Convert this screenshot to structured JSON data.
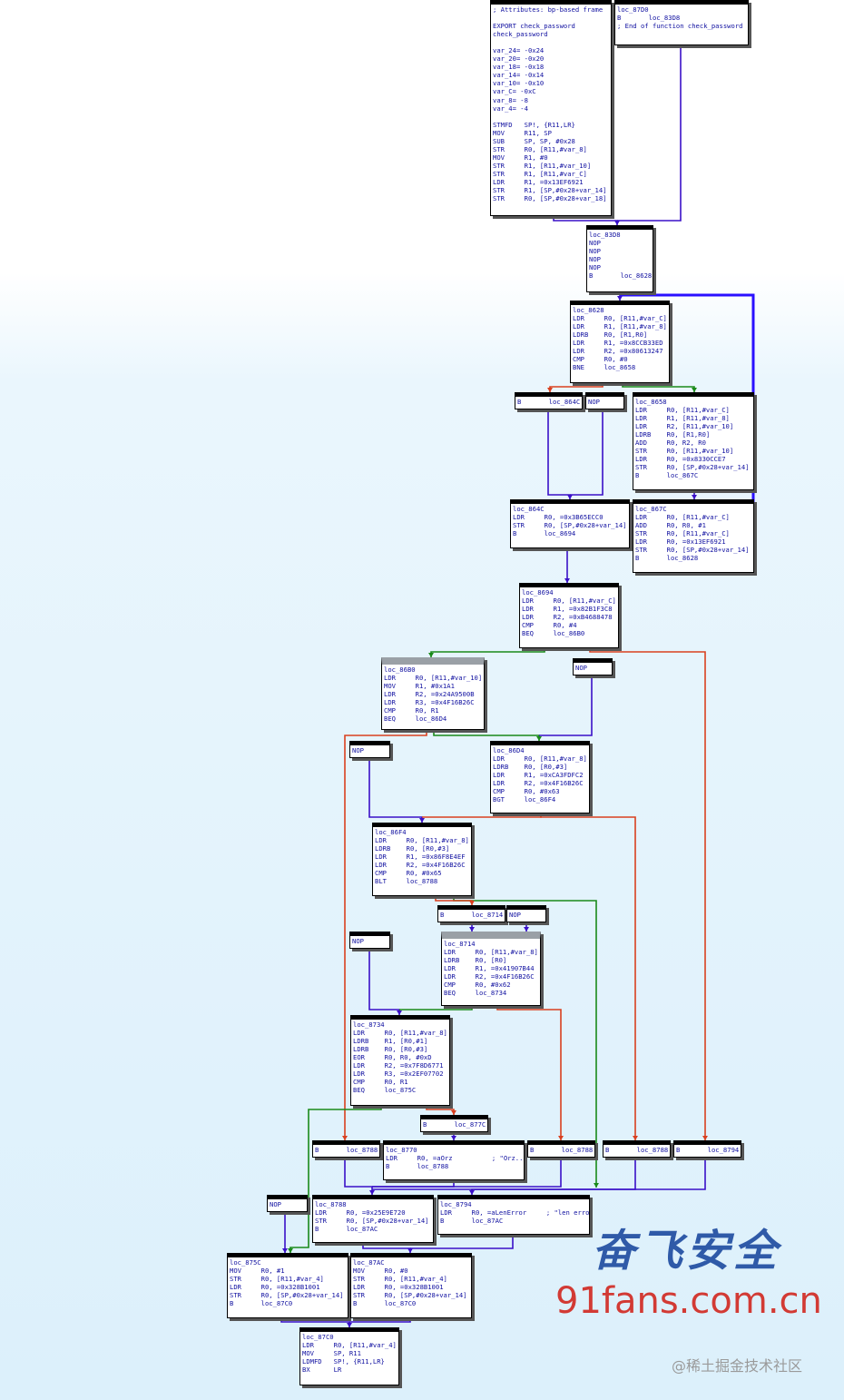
{
  "nodes": [
    {
      "id": "check_password",
      "lines": [
        "; Attributes: bp-based frame",
        "",
        "EXPORT check_password",
        "check_password",
        "",
        "var_24= -0x24",
        "var_20= -0x20",
        "var_18= -0x18",
        "var_14= -0x14",
        "var_10= -0x10",
        "var_C= -0xC",
        "var_8= -8",
        "var_4= -4",
        "",
        "STMFD   SP!, {R11,LR}",
        "MOV     R11, SP",
        "SUB     SP, SP, #0x28",
        "STR     R0, [R11,#var_8]",
        "MOV     R1, #0",
        "STR     R1, [R11,#var_10]",
        "STR     R1, [R11,#var_C]",
        "LDR     R1, =0x13EF6921",
        "STR     R1, [SP,#0x28+var_14]",
        "STR     R0, [SP,#0x28+var_18]"
      ]
    },
    {
      "id": "loc_87D0",
      "lines": [
        "loc_87D0",
        "B       loc_83D8",
        "; End of function check_password"
      ]
    },
    {
      "id": "loc_83D8",
      "lines": [
        "loc_83D8",
        "NOP",
        "NOP",
        "NOP",
        "NOP",
        "B       loc_8628"
      ]
    },
    {
      "id": "loc_8628",
      "lines": [
        "loc_8628",
        "LDR     R0, [R11,#var_C]",
        "LDR     R1, [R11,#var_8]",
        "LDRB    R0, [R1,R0]",
        "LDR     R1, =0x8CCB33ED",
        "LDR     R2, =0x80613247",
        "CMP     R0, #0",
        "BNE     loc_8658"
      ]
    },
    {
      "id": "b_864c",
      "lines": [
        "B       loc_864C"
      ]
    },
    {
      "id": "nop_a",
      "lines": [
        "NOP"
      ]
    },
    {
      "id": "loc_8658",
      "lines": [
        "loc_8658",
        "LDR     R0, [R11,#var_C]",
        "LDR     R1, [R11,#var_8]",
        "LDR     R2, [R11,#var_10]",
        "LDRB    R0, [R1,R0]",
        "ADD     R0, R2, R0",
        "STR     R0, [R11,#var_10]",
        "LDR     R0, =0x8330CCE7",
        "STR     R0, [SP,#0x28+var_14]",
        "B       loc_867C"
      ]
    },
    {
      "id": "loc_864C",
      "lines": [
        "loc_864C",
        "LDR     R0, =0x3B65ECC0",
        "STR     R0, [SP,#0x28+var_14]",
        "B       loc_8694"
      ]
    },
    {
      "id": "loc_867C",
      "lines": [
        "loc_867C",
        "LDR     R0, [R11,#var_C]",
        "ADD     R0, R0, #1",
        "STR     R0, [R11,#var_C]",
        "LDR     R0, =0x13EF6921",
        "STR     R0, [SP,#0x28+var_14]",
        "B       loc_8628"
      ]
    },
    {
      "id": "loc_8694",
      "lines": [
        "loc_8694",
        "LDR     R0, [R11,#var_C]",
        "LDR     R1, =0x82B1F3C8",
        "LDR     R2, =0xB4688478",
        "CMP     R0, #4",
        "BEQ     loc_86B0"
      ]
    },
    {
      "id": "loc_86B0",
      "lines": [
        "loc_86B0",
        "LDR     R0, [R11,#var_10]",
        "MOV     R1, #0x1A1",
        "LDR     R2, =0x24A9500B",
        "LDR     R3, =0x4F16B26C",
        "CMP     R0, R1",
        "BEQ     loc_86D4"
      ]
    },
    {
      "id": "nop_b",
      "lines": [
        "NOP"
      ]
    },
    {
      "id": "nop_c",
      "lines": [
        "NOP"
      ]
    },
    {
      "id": "loc_86D4",
      "lines": [
        "loc_86D4",
        "LDR     R0, [R11,#var_8]",
        "LDRB    R0, [R0,#3]",
        "LDR     R1, =0xCA3FDFC2",
        "LDR     R2, =0x4F16B26C",
        "CMP     R0, #0x63",
        "BGT     loc_86F4"
      ]
    },
    {
      "id": "loc_86F4",
      "lines": [
        "loc_86F4",
        "LDR     R0, [R11,#var_8]",
        "LDRB    R0, [R0,#3]",
        "LDR     R1, =0x86F8E4EF",
        "LDR     R2, =0x4F16B26C",
        "CMP     R0, #0x65",
        "BLT     loc_8788"
      ]
    },
    {
      "id": "b_8714",
      "lines": [
        "B       loc_8714"
      ]
    },
    {
      "id": "nop_d",
      "lines": [
        "NOP"
      ]
    },
    {
      "id": "nop_e",
      "lines": [
        "NOP"
      ]
    },
    {
      "id": "loc_8714",
      "lines": [
        "loc_8714",
        "LDR     R0, [R11,#var_8]",
        "LDRB    R0, [R0]",
        "LDR     R1, =0x41907B44",
        "LDR     R2, =0x4F16B26C",
        "CMP     R0, #0x62",
        "BEQ     loc_8734"
      ]
    },
    {
      "id": "loc_8734",
      "lines": [
        "loc_8734",
        "LDR     R0, [R11,#var_8]",
        "LDRB    R1, [R0,#1]",
        "LDRB    R0, [R0,#3]",
        "EOR     R0, R0, #0xD",
        "LDR     R2, =0x7F8D6771",
        "LDR     R3, =0x2EF07702",
        "CMP     R0, R1",
        "BEQ     loc_875C"
      ]
    },
    {
      "id": "b_877C",
      "lines": [
        "B       loc_877C"
      ]
    },
    {
      "id": "b_8788_a",
      "lines": [
        "B       loc_8788"
      ]
    },
    {
      "id": "loc_8770",
      "lines": [
        "loc_8770",
        "LDR     R0, =aOrz          ; \"Orz...\"",
        "B       loc_8788"
      ]
    },
    {
      "id": "b_8788_b",
      "lines": [
        "B       loc_8788"
      ]
    },
    {
      "id": "b_8788_c",
      "lines": [
        "B       loc_8788"
      ]
    },
    {
      "id": "b_8794",
      "lines": [
        "B       loc_8794"
      ]
    },
    {
      "id": "nop_f",
      "lines": [
        "NOP"
      ]
    },
    {
      "id": "loc_8788",
      "lines": [
        "loc_8788",
        "LDR     R0, =0x25E9E720",
        "STR     R0, [SP,#0x28+var_14]",
        "B       loc_87AC"
      ]
    },
    {
      "id": "loc_8794",
      "lines": [
        "loc_8794",
        "LDR     R0, =aLenError     ; \"len error\"",
        "B       loc_87AC"
      ]
    },
    {
      "id": "loc_875C",
      "lines": [
        "loc_875C",
        "MOV     R0, #1",
        "STR     R0, [R11,#var_4]",
        "LDR     R0, =0x328B1001",
        "STR     R0, [SP,#0x28+var_14]",
        "B       loc_87C0"
      ]
    },
    {
      "id": "loc_87AC",
      "lines": [
        "loc_87AC",
        "MOV     R0, #0",
        "STR     R0, [R11,#var_4]",
        "LDR     R0, =0x328B1001",
        "STR     R0, [SP,#0x28+var_14]",
        "B       loc_87C0"
      ]
    },
    {
      "id": "loc_87C0",
      "lines": [
        "loc_87C0",
        "LDR     R0, [R11,#var_4]",
        "MOV     SP, R11",
        "LDMFD   SP!, {R11,LR}",
        "BX      LR"
      ]
    }
  ],
  "watermark": {
    "logo_cn": "奋飞安全",
    "site": "91fans.com.cn",
    "credit": "@稀土掘金技术社区"
  },
  "colors": {
    "true_edge": "#1a8a1a",
    "false_edge": "#d9401f",
    "jump_edge": "#3a10c8",
    "loop_edge": "#2a10ff",
    "node_text": "#1010a0"
  }
}
